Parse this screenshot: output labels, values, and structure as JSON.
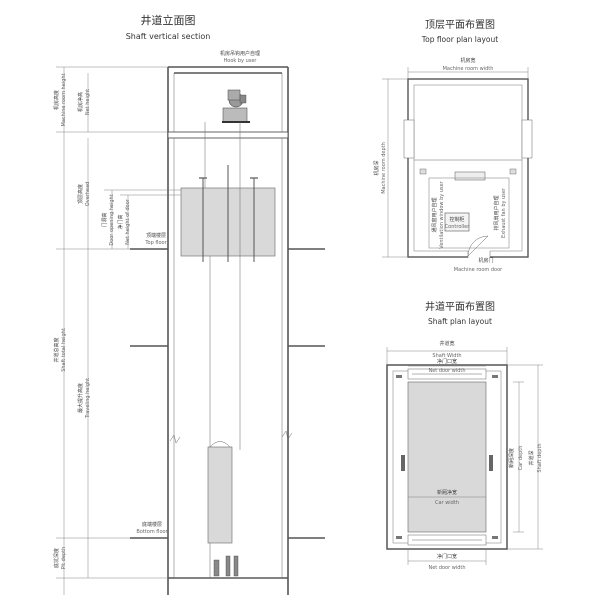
{
  "titles": {
    "shaft_section": {
      "zh": "井道立面图",
      "en": "Shaft vertical section"
    },
    "top_floor": {
      "zh": "顶层平面布置图",
      "en": "Top floor plan layout"
    },
    "shaft_plan": {
      "zh": "井道平面布置图",
      "en": "Shaft plan layout"
    }
  },
  "section_labels": {
    "hook_zh": "机房吊钩用户自理",
    "hook_en": "Hook by user",
    "machine_height_zh": "机房高度",
    "machine_height_en": "Machine room height",
    "net_height_zh": "机房净高",
    "net_height_en": "Net height",
    "overhead_zh": "顶层高度",
    "overhead_en": "Overhead",
    "door_height_zh": "门洞高",
    "door_height_en": "Door opening height",
    "net_door_height_zh": "净门高",
    "net_door_height_en": "Net height of door",
    "top_floor_zh": "顶端楼层",
    "top_floor_en": "Top floor",
    "shaft_total_zh": "井道总高度",
    "shaft_total_en": "Shaft total height",
    "travel_zh": "最大提升高度",
    "travel_en": "Traveling height",
    "bottom_floor_zh": "底端楼层",
    "bottom_floor_en": "Bottom floor",
    "pit_zh": "底坑深度",
    "pit_en": "Pit depth"
  },
  "top_floor_labels": {
    "width_zh": "机房宽",
    "width_en": "Machine room width",
    "depth_zh": "机房深",
    "depth_en": "Machine room depth",
    "vent_zh": "通风窗用户自理",
    "vent_en": "Ventilation window by user",
    "controller_zh": "控制柜",
    "controller_en": "Controller",
    "exhaust_zh": "排风扇用户自理",
    "exhaust_en": "Exhaust fan by user",
    "door_zh": "机房门",
    "door_en": "Machine room door"
  },
  "shaft_plan_labels": {
    "width_zh": "井道宽",
    "width_en": "Shaft Width",
    "net_door_zh": "净门口宽",
    "net_door_en": "Net door width",
    "car_width_zh": "新厢净宽",
    "car_width_en": "Car width",
    "car_depth_zh": "新厢深度",
    "car_depth_en": "Car depth",
    "shaft_depth_zh": "井道深",
    "shaft_depth_en": "Shaft depth"
  }
}
